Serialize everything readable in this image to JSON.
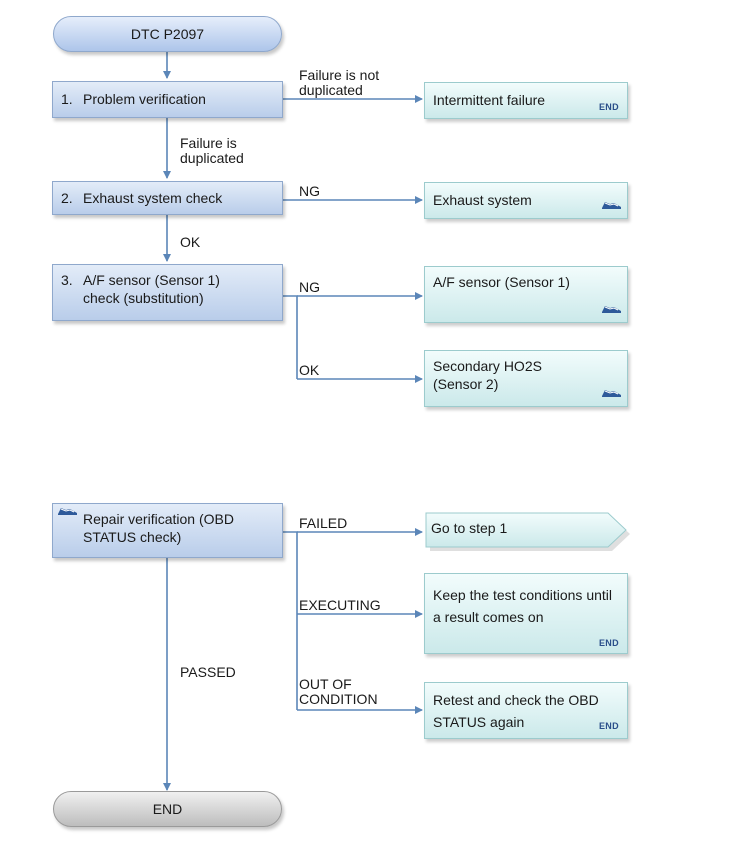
{
  "start": {
    "label": "DTC P2097"
  },
  "end": {
    "label": "END"
  },
  "steps": [
    {
      "num": "1.",
      "label": "Problem verification"
    },
    {
      "num": "2.",
      "label": "Exhaust system check"
    },
    {
      "num": "3.",
      "label": "A/F sensor (Sensor 1) check (substitution)"
    },
    {
      "label": "Repair verification (OBD STATUS check)"
    }
  ],
  "results": [
    {
      "label": "Intermittent failure",
      "tag": "END"
    },
    {
      "label": "Exhaust system"
    },
    {
      "label": "A/F sensor (Sensor 1)"
    },
    {
      "label": "Secondary HO2S (Sensor 2)"
    },
    {
      "label": "Go to step 1"
    },
    {
      "label": "Keep the test conditions until a result comes on",
      "tag": "END"
    },
    {
      "label": "Retest and check the OBD STATUS again",
      "tag": "END"
    }
  ],
  "edge_labels": {
    "failure_not_duplicated": "Failure is not duplicated",
    "failure_duplicated": "Failure is duplicated",
    "ng_step2": "NG",
    "ok_step2": "OK",
    "ng_step3": "NG",
    "ok_step3": "OK",
    "failed": "FAILED",
    "executing": "EXECUTING",
    "out_of_condition": "OUT OF CONDITION",
    "passed": "PASSED"
  },
  "icons": [
    "repair-shoe-icon"
  ],
  "colors": {
    "line": "#5b86b8",
    "step_fill": "#c5d6ee",
    "result_fill": "#d9f0f0",
    "end_fill": "#cccccc"
  }
}
